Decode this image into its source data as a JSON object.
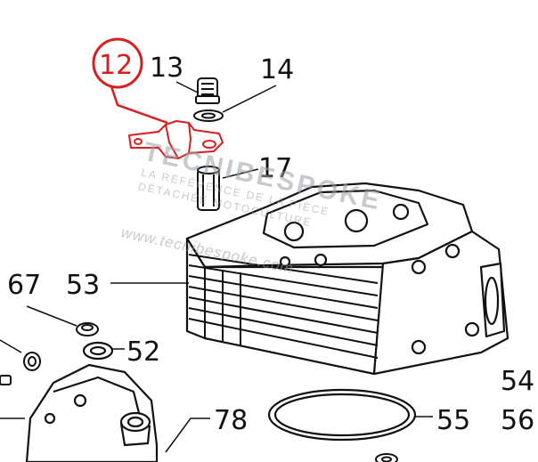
{
  "diagram": {
    "highlight_label": "12",
    "labels": {
      "p13": "13",
      "p14": "14",
      "p17": "17",
      "p67": "67",
      "p53": "53",
      "p52": "52",
      "p54": "54",
      "p78": "78",
      "p55": "55",
      "p56": "56"
    },
    "colors": {
      "highlight": "#d81e1e",
      "ink": "#111111",
      "watermark": "#9aa0a6"
    }
  },
  "watermark": {
    "brand": "TECNIBESPOKE",
    "tagline_1": "LA RÉFÉRENCE DE LA PIÈCE",
    "tagline_2": "DÉTACHÉE MOTOCULTURE",
    "url": "www.tecnibespoke.com"
  }
}
